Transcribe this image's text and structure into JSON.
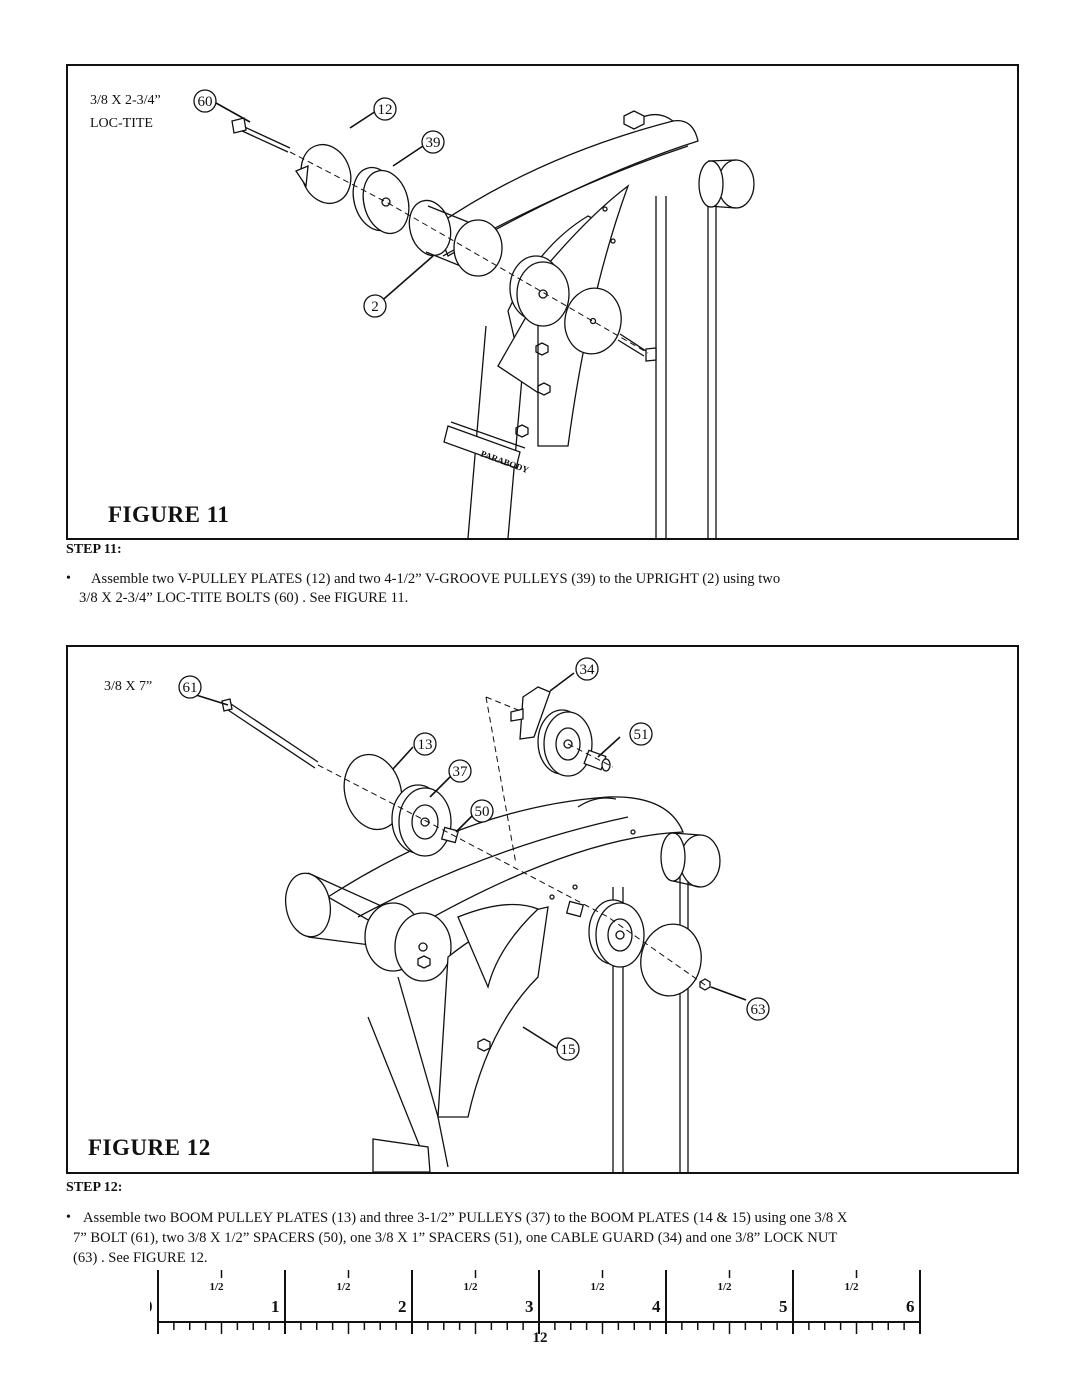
{
  "figure11": {
    "title": "FIGURE 11",
    "spec_label": "3/8 X 2-3/4”",
    "spec_label2": "LOC-TITE",
    "callouts": [
      "60",
      "12",
      "39",
      "2"
    ],
    "brand_text": "PARABODY"
  },
  "step11": {
    "label": "STEP 11:",
    "bullet": "•",
    "text_line1": "Assemble two V-PULLEY PLATES (12) and two  4-1/2” V-GROOVE PULLEYS (39) to the UPRIGHT (2) using  two",
    "text_line2": "3/8 X 2-3/4” LOC-TITE  BOLTS (60) . See FIGURE 11."
  },
  "figure12": {
    "title": "FIGURE 12",
    "spec_label": "3/8 X 7”",
    "callouts": [
      "61",
      "34",
      "51",
      "13",
      "37",
      "50",
      "63",
      "15"
    ]
  },
  "step12": {
    "label": "STEP 12:",
    "bullet": "•",
    "text_line1": "Assemble two BOOM PULLEY PLATES (13) and three 3-1/2” PULLEYS (37) to the BOOM PLATES (14 & 15)  using  one 3/8 X",
    "text_line2": "7”  BOLT (61), two 3/8 X 1/2” SPACERS (50), one 3/8 X 1” SPACERS (51), one CABLE GUARD (34) and one 3/8” LOCK NUT",
    "text_line3": "(63)  . See FIGURE 12."
  },
  "ruler": {
    "numbers": [
      "0",
      "1",
      "2",
      "3",
      "4",
      "5",
      "6"
    ],
    "half_label": "1/2"
  },
  "page_number": "12"
}
